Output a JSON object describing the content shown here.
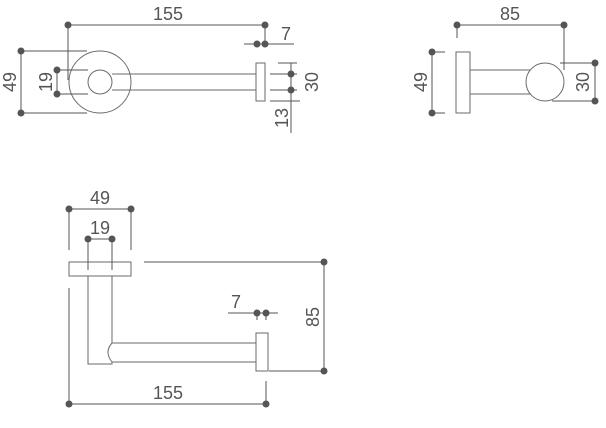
{
  "colors": {
    "line": "#6a6a6a",
    "dimension": "#555555"
  },
  "top_view": {
    "length": "155",
    "plate_thickness": "7",
    "rosette_diameter": "49",
    "post_diameter": "19",
    "end_plate_height": "30",
    "bar_offset": "13"
  },
  "side_view": {
    "depth": "85",
    "rosette_diameter": "49",
    "end_plate_diameter": "30"
  },
  "front_view": {
    "rosette_diameter": "49",
    "post_diameter": "19",
    "plate_thickness": "7",
    "depth": "85",
    "length": "155"
  }
}
